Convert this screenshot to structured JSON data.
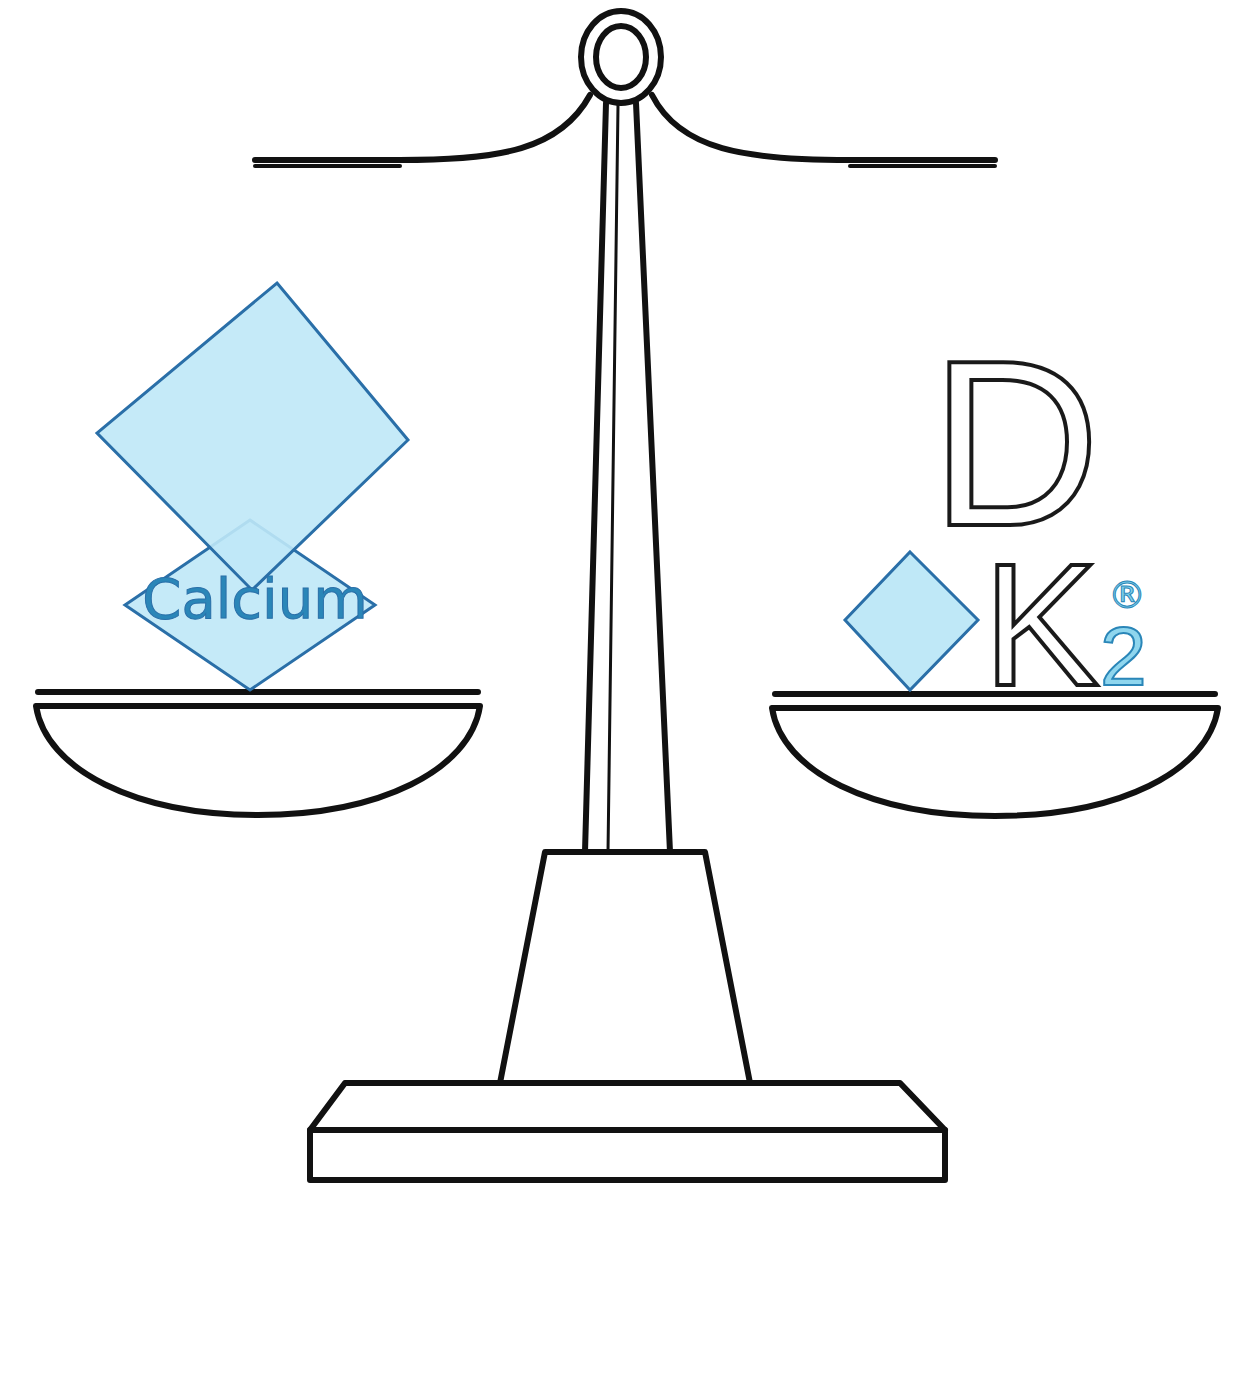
{
  "diagram": {
    "nodes": [
      {
        "text": [
          "Calcium"
        ]
      }
    ],
    "labels": [
      "D",
      "K",
      "®",
      "2"
    ]
  }
}
